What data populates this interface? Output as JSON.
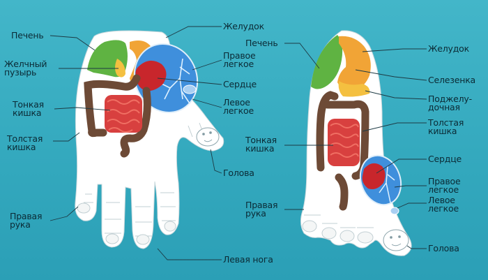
{
  "labels": {
    "liver_hand": "Печень",
    "gallbladder_hand": [
      "Желчный",
      "пузырь"
    ],
    "small_intestine_hand": [
      "Тонкая",
      "кишка"
    ],
    "large_intestine_hand": [
      "Толстая",
      "кишка"
    ],
    "right_hand": [
      "Правая",
      "рука"
    ],
    "stomach_top": "Желудок",
    "right_lung_hand": [
      "Правое",
      "легкое"
    ],
    "heart_hand": "Сердце",
    "left_lung_hand": [
      "Левое",
      "легкое"
    ],
    "head_hand": "Голова",
    "left_leg": "Левая нога",
    "liver_foot": "Печень",
    "small_intestine_foot": [
      "Тонкая",
      "кишка"
    ],
    "right_hand_foot": [
      "Правая",
      "рука"
    ],
    "stomach_foot": "Желудок",
    "spleen": "Селезенка",
    "pancreas": [
      "Поджелу-",
      "дочная"
    ],
    "large_intestine_foot": [
      "Толстая",
      "кишка"
    ],
    "heart_foot": "Сердце",
    "right_lung_foot": [
      "Правое",
      "легкое"
    ],
    "left_lung_foot": [
      "Левое",
      "легкое"
    ],
    "head_foot": "Голова"
  },
  "colors": {
    "background": "#3aafc4",
    "skin": "#ffffff",
    "liver": "#5fb342",
    "stomach": "#f1a436",
    "lung": "#3f8fdc",
    "heart": "#c8262c",
    "small_intestine": "#d8403f",
    "large_intestine": "#6d4a36"
  }
}
